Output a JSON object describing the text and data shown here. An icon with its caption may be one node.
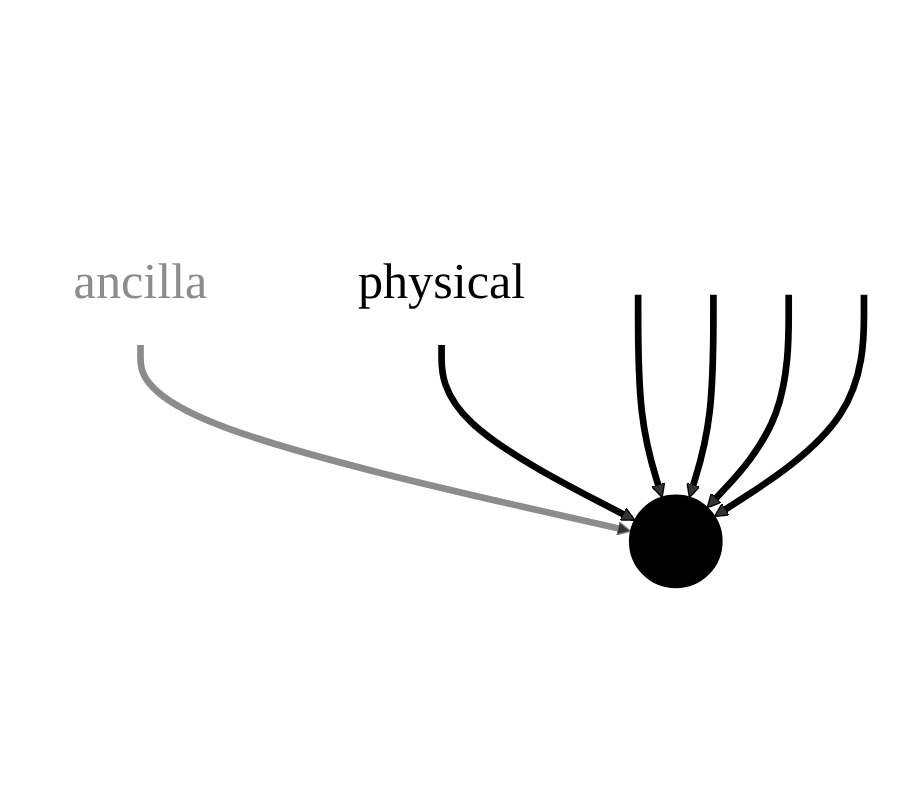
{
  "diagram": {
    "nodes": [
      {
        "text": [
          "ancilla"
        ]
      },
      {
        "text": [],
        "shape": "circle"
      },
      {
        "text": [
          "physical"
        ]
      }
    ],
    "edges": [
      {
        "from": 0,
        "to": 1,
        "arrow": "to",
        "color": "#8c8c8c"
      },
      {
        "from": 2,
        "to": 1,
        "arrow": "to"
      },
      {
        "from": null,
        "to": 1,
        "arrow": "to"
      },
      {
        "from": null,
        "to": 1,
        "arrow": "to"
      },
      {
        "from": null,
        "to": 1,
        "arrow": "to"
      },
      {
        "from": null,
        "to": 1,
        "arrow": "to"
      }
    ]
  }
}
